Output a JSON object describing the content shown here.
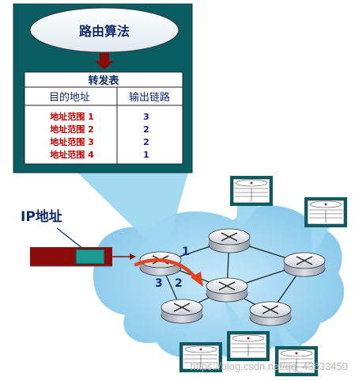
{
  "router": {
    "algorithm_label": "路由算法",
    "table_title": "转发表",
    "col_dest": "目的地址",
    "col_link": "输出链路",
    "rows": [
      {
        "dest": "地址范围 1",
        "link": "3"
      },
      {
        "dest": "地址范围 2",
        "link": "2"
      },
      {
        "dest": "地址范围 3",
        "link": "2"
      },
      {
        "dest": "地址范围 4",
        "link": "1"
      }
    ]
  },
  "packet": {
    "label": "IP地址"
  },
  "ports": {
    "p1": "1",
    "p2": "2",
    "p3": "3"
  },
  "watermark": "https://blog.csdn.net/qq_43633450",
  "colors": {
    "panel": "#0a5e62",
    "cloud": "#9fd7f1",
    "table_red": "#cc0000",
    "table_blue": "#1a1aa8",
    "packet_red": "#8b0a0a",
    "packet_teal": "#1b9a94"
  }
}
